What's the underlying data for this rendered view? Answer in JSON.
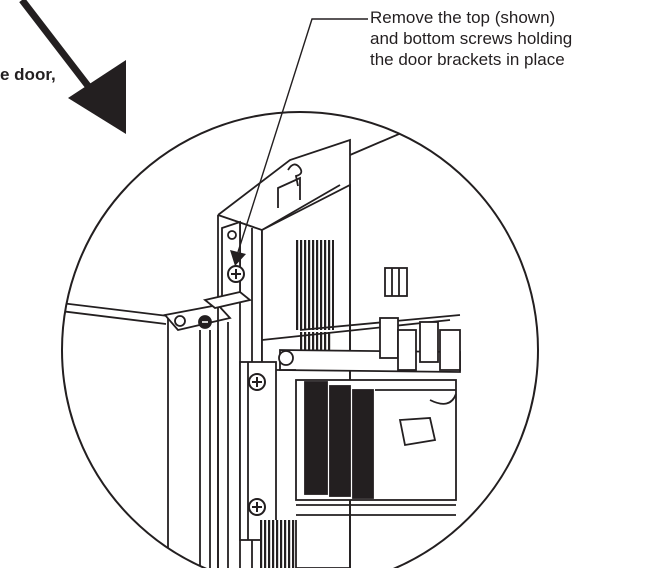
{
  "callout": {
    "line1": "Remove the top (shown)",
    "line2": "and bottom screws holding",
    "line3": "the door brackets in place"
  },
  "partial_label": "e door,",
  "colors": {
    "ink": "#231f20",
    "background": "#ffffff"
  },
  "icons": [
    "direction-arrow",
    "leader-arrow",
    "screw-icon"
  ]
}
